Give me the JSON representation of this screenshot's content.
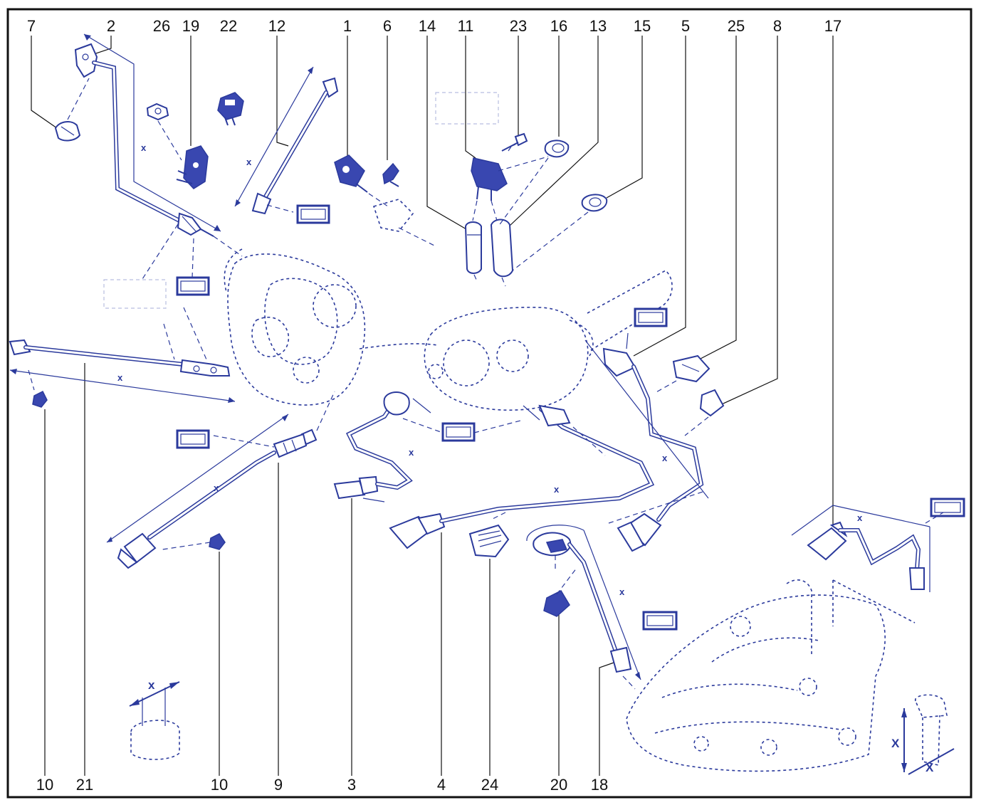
{
  "callouts": {
    "top": [
      {
        "label": "7"
      },
      {
        "label": "2"
      },
      {
        "label": "26"
      },
      {
        "label": "19"
      },
      {
        "label": "22"
      },
      {
        "label": "12"
      },
      {
        "label": "1"
      },
      {
        "label": "6"
      },
      {
        "label": "14"
      },
      {
        "label": "11"
      },
      {
        "label": "23"
      },
      {
        "label": "16"
      },
      {
        "label": "13"
      },
      {
        "label": "15"
      },
      {
        "label": "5"
      },
      {
        "label": "25"
      },
      {
        "label": "8"
      },
      {
        "label": "17"
      }
    ],
    "bottom": [
      {
        "label": "10"
      },
      {
        "label": "21"
      },
      {
        "label": "10"
      },
      {
        "label": "9"
      },
      {
        "label": "3"
      },
      {
        "label": "4"
      },
      {
        "label": "24"
      },
      {
        "label": "20"
      },
      {
        "label": "18"
      }
    ]
  },
  "dimension_marker": "x",
  "detail_dimension_marker": "X",
  "colors": {
    "drawing": "#2b3a9c",
    "callout_text": "#111111",
    "border": "#111111",
    "background": "#ffffff"
  }
}
